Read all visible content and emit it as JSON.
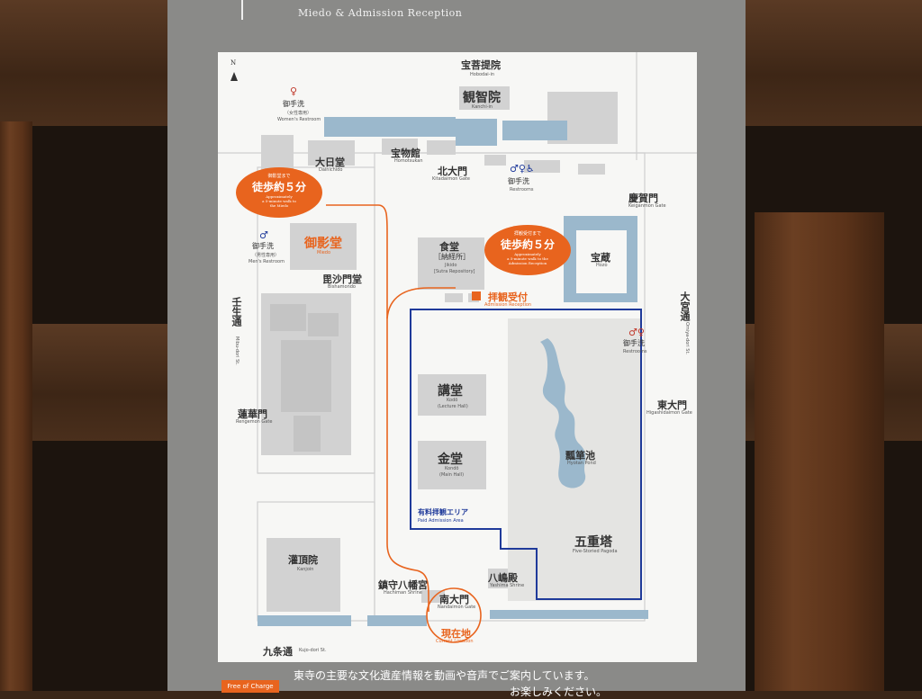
{
  "sign_header": {
    "subtitle": "Miedo & Admission Reception"
  },
  "compass": {
    "north_label": "N"
  },
  "labels": {
    "hobodai": {
      "jp": "宝菩提院",
      "en": "Hobodai-in"
    },
    "kanchi": {
      "jp": "観智院",
      "en": "Kanchi-in"
    },
    "womens_restroom": {
      "jp": "御手洗",
      "note": "（女性専用）",
      "en": "Women's Restroom"
    },
    "dainichido": {
      "jp": "大日堂",
      "en": "Dainichido"
    },
    "homotsukan": {
      "jp": "宝物館",
      "en": "Homotsukan"
    },
    "kitadaimon": {
      "jp": "北大門",
      "en": "Kitadaimon Gate"
    },
    "restrooms_north": {
      "jp": "御手洗",
      "en": "Restrooms"
    },
    "keiganmon": {
      "jp": "慶賀門",
      "en": "Keiganmon Gate"
    },
    "mens_restroom": {
      "jp": "御手洗",
      "note": "（男性専用）",
      "en": "Men's Restroom"
    },
    "miedo": {
      "jp": "御影堂",
      "en": "Miedo"
    },
    "jikido": {
      "jp": "食堂",
      "note": "［納経所］",
      "en1": "Jikido",
      "en2": "[Sutra Repository]"
    },
    "hozo": {
      "jp": "宝蔵",
      "en": "Hozo"
    },
    "bishamondo": {
      "jp": "毘沙門堂",
      "en": "Bishamondo"
    },
    "admission": {
      "jp": "拝観受付",
      "en": "Admission Reception"
    },
    "omiya": {
      "jp": "大宮通",
      "en": "Omiya-dori St."
    },
    "mibu": {
      "jp": "壬生通",
      "en": "Mibu-dori St."
    },
    "restrooms_east": {
      "jp": "御手洗",
      "en": "Restrooms"
    },
    "kodo": {
      "jp": "講堂",
      "en1": "Kodō",
      "en2": "(Lecture Hall)"
    },
    "renge": {
      "jp": "蓮華門",
      "en": "Rengemon Gate"
    },
    "higashidaimon": {
      "jp": "東大門",
      "en": "Higashidaimon Gate"
    },
    "hyotan": {
      "jp": "瓢箪池",
      "en": "Hyotan Pond"
    },
    "kondo": {
      "jp": "金堂",
      "en1": "Kondō",
      "en2": "(Main Hall)"
    },
    "paid_area": {
      "jp": "有料拝観エリア",
      "en": "Paid Admission Area"
    },
    "gojunoto": {
      "jp": "五重塔",
      "en": "Five-Storied Pagoda"
    },
    "kanjoin": {
      "jp": "灌頂院",
      "en": "Kanjoin"
    },
    "hachiman": {
      "jp": "鎮守八幡宮",
      "en": "Hachiman Shrine"
    },
    "yashima": {
      "jp": "八嶋殿",
      "en": "Yashima Shrine"
    },
    "nandaimon": {
      "jp": "南大門",
      "en": "Nandaimon Gate"
    },
    "current": {
      "jp": "現在地",
      "en": "Current Location"
    },
    "kujo": {
      "jp": "九条通",
      "en": "Kujo-dori St."
    }
  },
  "bubbles": {
    "to_miedo": {
      "small": "御影堂まで",
      "big": "徒歩約５分",
      "en1": "Approximately",
      "en2": "a 5-minute walk to",
      "en3": "the Miedo"
    },
    "to_reception": {
      "small": "拝観受付まで",
      "big": "徒歩約５分",
      "en1": "Approximately",
      "en2": "a 5-minute walk to the",
      "en3": "Admission Reception"
    }
  },
  "footer": {
    "badge": "Free of Charge",
    "line1": "東寺の主要な文化遺産情報を動画や音声でご案内しています。",
    "line2": "お楽しみください。"
  },
  "colors": {
    "route": "#e8641e",
    "paid_border": "#1f3a9a",
    "building": "#d2d2d2",
    "water": "#9bb8cc"
  }
}
